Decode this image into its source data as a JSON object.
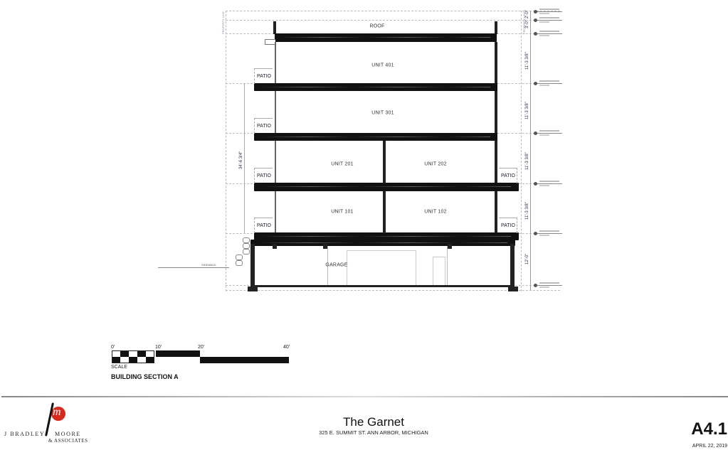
{
  "drawing": {
    "title": "BUILDING SECTION A",
    "property_line_label": "PROPERTY LINE",
    "roof_label": "ROOF",
    "sidewalk_label": "SIDEWALK",
    "garage_label": "GARAGE",
    "units": [
      {
        "label": "UNIT 401",
        "level": 4
      },
      {
        "label": "UNIT 301",
        "level": 3
      },
      {
        "label": "UNIT 201",
        "level": 2
      },
      {
        "label": "UNIT 202",
        "level": 2
      },
      {
        "label": "UNIT 101",
        "level": 1
      },
      {
        "label": "UNIT 102",
        "level": 1
      }
    ],
    "patio_label": "PATIO",
    "dimensions": {
      "parapet": "3'-0\"",
      "roof_top": "2'-0\"",
      "level4": "11'-3 3/8\"",
      "level3": "11'-3 3/8\"",
      "level2": "11'-3 3/8\"",
      "level1": "11'-3 3/8\"",
      "garage": "12'-0\"",
      "overall_left": "34'-6 3/4\""
    }
  },
  "scale_bar": {
    "ticks": [
      "0'",
      "10'",
      "20'",
      "40'"
    ],
    "label": "SCALE"
  },
  "title_block": {
    "firm_line1": "J BRADLEY",
    "firm_line2": "MOORE",
    "firm_line3": "& ASSOCIATES",
    "logo_letter": "m",
    "project_name": "The Garnet",
    "address": "325 E. SUMMIT ST. ANN ARBOR, MICHIGAN",
    "sheet_number": "A4.1",
    "date": "APRIL 22, 2019",
    "colors": {
      "logo_red": "#d42b1e",
      "text": "#111111"
    }
  }
}
